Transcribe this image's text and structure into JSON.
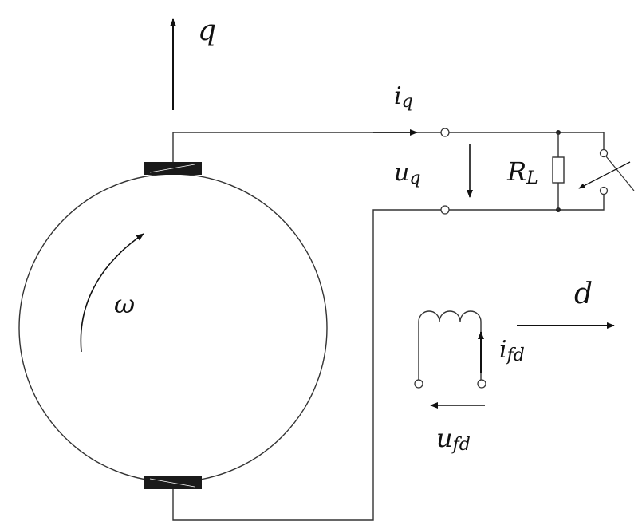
{
  "colors": {
    "line": "#333333",
    "text": "#111111",
    "brush": "#1a1a1a",
    "background": "#ffffff"
  },
  "labels": {
    "q_axis": "q",
    "d_axis": "d",
    "omega": "ω",
    "iq_main": "i",
    "iq_sub": "q",
    "uq_main": "u",
    "uq_sub": "q",
    "rl_main": "R",
    "rl_sub": "L",
    "ifd_main": "i",
    "ifd_sub": "fd",
    "ufd_main": "u",
    "ufd_sub": "fd"
  }
}
